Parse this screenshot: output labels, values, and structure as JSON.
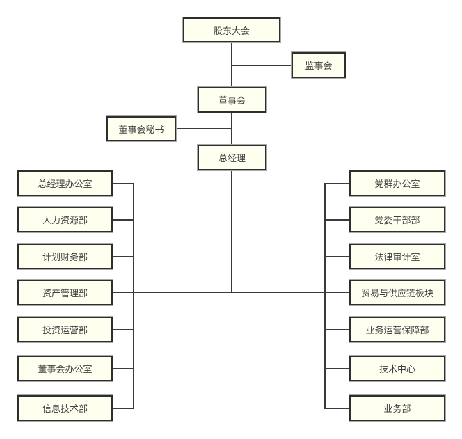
{
  "org_chart": {
    "colors": {
      "background": "#ffffff",
      "box_fill": "#fffff0",
      "box_border": "#2e2e2e",
      "box_outline": "#a8a8a8",
      "line": "#3a3a3a",
      "text": "#3f3f3f"
    },
    "top_nodes": {
      "shareholders_meeting": "股东大会",
      "supervisory_board": "监事会",
      "board_of_directors": "董事会",
      "board_secretary": "董事会秘书",
      "general_manager": "总经理"
    },
    "left_departments": [
      "总经理办公室",
      "人力资源部",
      "计划财务部",
      "资产管理部",
      "投资运营部",
      "董事会办公室",
      "信息技术部"
    ],
    "right_departments": [
      "党群办公室",
      "党委干部部",
      "法律审计室",
      "贸易与供应链板块",
      "业务运营保障部",
      "技术中心",
      "业务部"
    ]
  }
}
